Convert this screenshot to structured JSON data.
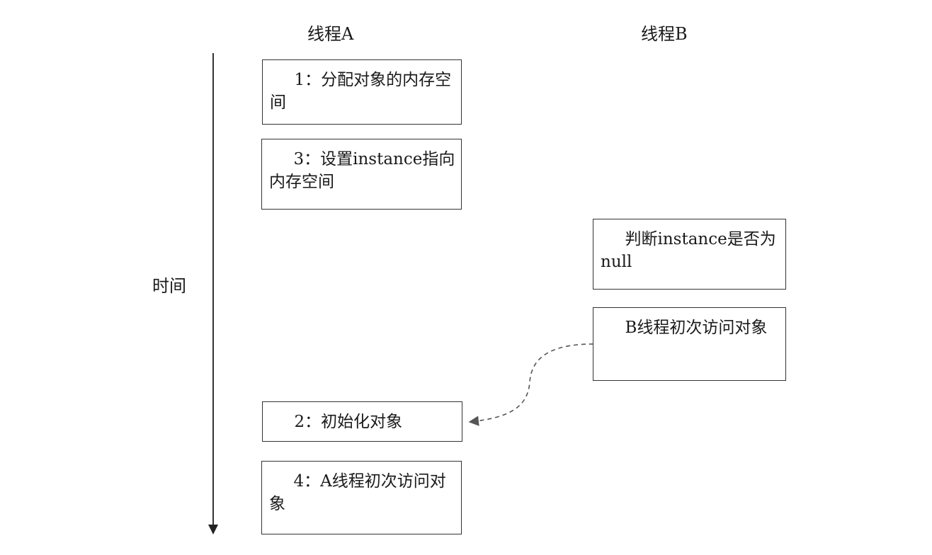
{
  "headers": {
    "thread_a": "线程A",
    "thread_b": "线程B",
    "time": "时间"
  },
  "thread_a_steps": [
    "1：分配对象的内存空间",
    "3：设置instance指向内存空间",
    "2：初始化对象",
    "4：A线程初次访问对象"
  ],
  "thread_b_steps": [
    "判断instance是否为null",
    "B线程初次访问对象"
  ]
}
